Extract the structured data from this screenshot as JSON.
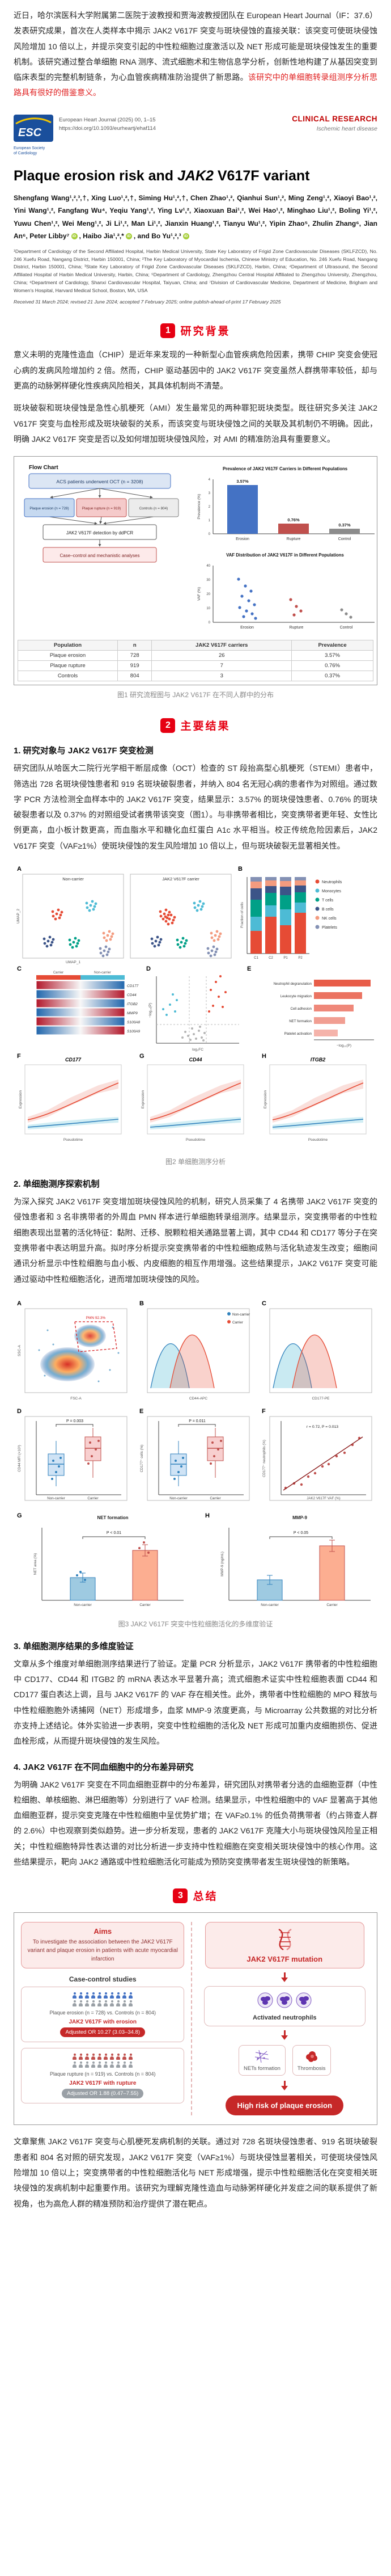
{
  "intro": {
    "text_black": "近日，哈尔滨医科大学附属第二医院于波教授和贾海波教授团队在 European Heart Journal（IF：37.6）发表研究成果，首次在人类样本中揭示 JAK2 V617F 突变与斑块侵蚀的直接关联：该突变可使斑块侵蚀风险增加 10 倍以上，并提示突变引起的中性粒细胞过度激活以及 NET 形成可能是斑块侵蚀发生的重要机制。该研究通过整合单细胞 RNA 测序、流式细胞术和生物信息学分析，创新性地构建了从基因突变到临床表型的完整机制链条，为心血管疾病精准防治提供了新思路。",
    "text_red": "该研究中的单细胞转录组测序分析思路具有很好的借鉴意义。"
  },
  "journal": {
    "logo_text": "ESC",
    "logo_sub1": "European Society",
    "logo_sub2": "of Cardiology",
    "citation": "European Heart Journal (2025) 00, 1–15",
    "doi": "https://doi.org/10.1093/eurheartj/ehaf114",
    "category": "CLINICAL RESEARCH",
    "subcategory": "Ischemic heart disease"
  },
  "paper": {
    "title_part1": "Plaque erosion risk and ",
    "title_italic": "JAK2",
    "title_part2": " V617F variant",
    "authors_a": "Shengfang Wang¹,²,³,†, Xing Luo¹,²,†, Siming Hu¹,²,†, Chen Zhao¹,², Qianhui Sun¹,², Ming Zeng¹,², Xiaoyi Bao¹,², Yini Wang¹,², Fangfang Wu⁴, Yeqiu Yang¹,², Ying Lv¹,², Xiaoxuan Bai¹,², Wei Hao¹,², Minghao Liu¹,², Boling Yi¹,², Yuwu Chen¹,², Wei Meng¹,², Ji Li¹,², Man Li¹,², Jianxin Huang¹,², Tianyu Wu¹,², Yipin Zhao⁵, Zhulin Zhang⁶, Jian An⁶, Peter Libby⁷",
    "authors_b": ", Haibo Jia¹,²,*",
    "authors_c": ", and Bo Yu¹,²,³",
    "orcid": "iD",
    "affiliations": "¹Department of Cardiology of the Second Affiliated Hospital, Harbin Medical University, State Key Laboratory of Frigid Zone Cardiovascular Diseases (SKLFZCD), No. 246 Xuefu Road, Nangang District, Harbin 150001, China; ²The Key Laboratory of Myocardial Ischemia, Chinese Ministry of Education, No. 246 Xuefu Road, Nangang District, Harbin 150001, China; ³State Key Laboratory of Frigid Zone Cardiovascular Diseases (SKLFZCD), Harbin, China; ⁴Department of Ultrasound, the Second Affiliated Hospital of Harbin Medical University, Harbin, China; ⁵Department of Cardiology, Zhengzhou Central Hospital Affiliated to Zhengzhou University, Zhengzhou, China; ⁶Department of Cardiology, Shanxi Cardiovascular Hospital, Taiyuan, China; and ⁷Division of Cardiovascular Medicine, Department of Medicine, Brigham and Women's Hospital, Harvard Medical School, Boston, MA, USA",
    "received": "Received 31 March 2024; revised 21 June 2024; accepted 7 February 2025; online publish-ahead-of-print 17 February 2025"
  },
  "sections": {
    "background": {
      "num": "1",
      "title": "研究背景",
      "p1": "意义未明的克隆性造血（CHIP）是近年来发现的一种新型心血管疾病危险因素，携带 CHIP 突变会使冠心病的发病风险增加约 2 倍。然而，CHIP 驱动基因中的 JAK2 V617F 突变虽然人群携带率较低，却与更高的动脉粥样硬化性疾病风险相关，其具体机制尚不清楚。",
      "p2": "斑块破裂和斑块侵蚀是急性心肌梗死（AMI）发生最常见的两种罪犯斑块类型。既往研究多关注 JAK2 V617F 突变与血栓形成及斑块破裂的关系，而该突变与斑块侵蚀之间的关联及其机制仍不明确。因此，明确 JAK2 V617F 突变是否以及如何增加斑块侵蚀风险，对 AMI 的精准防治具有重要意义。"
    },
    "results": {
      "num": "2",
      "title": "主要结果",
      "sub1_title": "1. 研究对象与 JAK2 V617F 突变检测",
      "sub1_text": "研究团队从哈医大二院行光学相干断层成像（OCT）检查的 ST 段抬高型心肌梗死（STEMI）患者中，筛选出 728 名斑块侵蚀患者和 919 名斑块破裂患者，并纳入 804 名无冠心病的患者作为对照组。通过数字 PCR 方法检测全血样本中的 JAK2 V617F 突变，结果显示：3.57% 的斑块侵蚀患者、0.76% 的斑块破裂患者以及 0.37% 的对照组受试者携带该突变（图1）。与非携带者相比，突变携带者更年轻、女性比例更高，血小板计数更高，而血脂水平和糖化血红蛋白 A1c 水平相当。校正传统危险因素后，JAK2 V617F 突变（VAF≥1%）使斑块侵蚀的发生风险增加 10 倍以上，但与斑块破裂无显著相关性。",
      "sub2_title": "2. 单细胞测序探索机制",
      "sub2_text": "为深入探究 JAK2 V617F 突变增加斑块侵蚀风险的机制，研究人员采集了 4 名携带 JAK2 V617F 突变的侵蚀患者和 3 名非携带者的外周血 PMN 样本进行单细胞转录组测序。结果显示，突变携带者的中性粒细胞表现出显著的活化特征：黏附、迁移、脱颗粒相关通路显著上调，其中 CD44 和 CD177 等分子在突变携带者中表达明显升高。拟时序分析提示突变携带者的中性粒细胞成熟与活化轨迹发生改变；细胞间通讯分析显示中性粒细胞与血小板、内皮细胞的相互作用增强。这些结果提示，JAK2 V617F 突变可能通过驱动中性粒细胞活化，进而增加斑块侵蚀的风险。",
      "sub3_title": "3. 单细胞测序结果的多维度验证",
      "sub3_text": "文章从多个维度对单细胞测序结果进行了验证。定量 PCR 分析显示，JAK2 V617F 携带者的中性粒细胞中 CD177、CD44 和 ITGB2 的 mRNA 表达水平显著升高；流式细胞术证实中性粒细胞表面 CD44 和 CD177 蛋白表达上调，且与 JAK2 V617F 的 VAF 存在相关性。此外，携带者中性粒细胞的 MPO 释放与中性粒细胞胞外诱捕网（NET）形成增多，血浆 MMP-9 浓度更高，与 Microarray 公共数据的对比分析亦支持上述结论。体外实验进一步表明，突变中性粒细胞的活化及 NET 形成可加重内皮细胞损伤、促进血栓形成，从而提升斑块侵蚀的发生风险。",
      "sub4_title": "4. JAK2 V617F 在不同血细胞中的分布差异研究",
      "sub4_text": "为明确 JAK2 V617F 突变在不同血细胞亚群中的分布差异，研究团队对携带者分选的血细胞亚群（中性粒细胞、单核细胞、淋巴细胞等）分别进行了 VAF 检测。结果显示，中性粒细胞中的 VAF 显著高于其他血细胞亚群，提示突变克隆在中性粒细胞中呈优势扩增；在 VAF≥0.1% 的低负荷携带者（约占筛查人群的 2.6%）中也观察到类似趋势。进一步分析发现，患者的 JAK2 V617F 克隆大小与斑块侵蚀风险呈正相关；中性粒细胞特异性表达谱的对比分析进一步支持中性粒细胞在突变相关斑块侵蚀中的核心作用。这些结果提示，靶向 JAK2 通路或中性粒细胞活化可能成为预防突变携带者发生斑块侵蚀的新策略。"
    },
    "summary": {
      "num": "3",
      "title": "总结",
      "text": "文章聚焦 JAK2 V617F 突变与心肌梗死发病机制的关联。通过对 728 名斑块侵蚀患者、919 名斑块破裂患者和 804 名对照的研究发现，JAK2 V617F 突变（VAF≥1%）与斑块侵蚀显著相关，可使斑块侵蚀风险增加 10 倍以上；突变携带者的中性粒细胞活化与 NET 形成增强，提示中性粒细胞活化在突变相关斑块侵蚀的发病机制中起重要作用。该研究为理解克隆性造血与动脉粥样硬化并发症之间的联系提供了新视角，也为高危人群的精准预防和治疗提供了潜在靶点。"
    }
  },
  "figures": {
    "fig1": {
      "flow_title": "Flow Chart",
      "box_top": "ACS patients underwent OCT (n = 3208)",
      "box_erosion": "Plaque erosion (n = 728)",
      "box_rupture": "Plaque rupture (n = 919)",
      "box_control": "Controls (n = 804)",
      "box_ddpcr": "JAK2 V617F detection by ddPCR",
      "box_analysis": "Case–control and mechanistic analyses",
      "prev_title": "Prevalence of JAK2 V617F Carriers in Different Populations",
      "prev_ylabel": "Prevalence (%)",
      "prev_ticks": [
        "0",
        "1",
        "2",
        "3",
        "4"
      ],
      "prev_groups": [
        "Erosion",
        "Rupture",
        "Control"
      ],
      "prev_values": [
        "3.57%",
        "0.76%",
        "0.37%"
      ],
      "vaf_title": "VAF Distribution of JAK2 V617F in Different Populations",
      "vaf_ylabel": "VAF (%)",
      "vaf_ticks": [
        "0",
        "10",
        "20",
        "30",
        "40"
      ],
      "table_headers": [
        "Population",
        "n",
        "JAK2 V617F carriers",
        "Prevalence"
      ],
      "table_rows": [
        [
          "Plaque erosion",
          "728",
          "26",
          "3.57%"
        ],
        [
          "Plaque rupture",
          "919",
          "7",
          "0.76%"
        ],
        [
          "Controls",
          "804",
          "3",
          "0.37%"
        ]
      ],
      "caption": "图1 研究流程图与 JAK2 V617F 在不同人群中的分布"
    },
    "fig2": {
      "pa": "A",
      "pb": "B",
      "pc": "C",
      "pd": "D",
      "p e": "",
      "pe": "E",
      "pf": "F",
      "pg": "G",
      "ph": "H",
      "umap1": "Non-carrier",
      "umap2": "JAK2 V617F carrier",
      "umap_x": "UMAP_1",
      "umap_y": "UMAP_2",
      "bar_ylabel": "Fraction of cells",
      "bar_labels": [
        "C1",
        "C2",
        "P1",
        "P2"
      ],
      "legend": [
        "Neutrophils",
        "Monocytes",
        "T cells",
        "B cells",
        "NK cells",
        "Platelets"
      ],
      "heat_group1": "Carrier",
      "heat_group2": "Non-carrier",
      "genes": [
        "CD177",
        "CD44",
        "ITGB2",
        "MMP9",
        "S100A8",
        "S100A9"
      ],
      "volcano_x": "log₂FC",
      "volcano_y": "−log₁₀(P)",
      "pathways": [
        "Neutrophil degranulation",
        "Leukocyte migration",
        "Cell adhesion",
        "NET formation",
        "Platelet activation"
      ],
      "path_x": "−log₁₀(P)",
      "line_titles": [
        "CD177",
        "CD44",
        "ITGB2"
      ],
      "line_x": "Pseudotime",
      "line_y": "Expression",
      "caption": "图2 单细胞测序分析"
    },
    "fig3": {
      "pa": "A",
      "pb": "B",
      "pc": "C",
      "pd": "D",
      "pe": "E",
      "pf": "F",
      "pg": "G",
      "ph": "H",
      "gate": "PMN 92.3%",
      "flow_x": "FSC-A",
      "flow_y": "SSC-A",
      "histb_x": "CD44-APC",
      "histc_x": "CD177-PE",
      "hist_legend1": "Non-carrier",
      "hist_legend2": "Carrier",
      "boxd_y": "CD44 MFI (×10³)",
      "boxd_p": "P = 0.003",
      "boxe_y": "CD177⁺ cells (%)",
      "boxe_p": "P = 0.011",
      "scatter_x": "JAK2 V617F VAF (%)",
      "scatter_y": "CD177⁺ neutrophils (%)",
      "scatter_r": "r = 0.72, P = 0.013",
      "barg_title": "NET formation",
      "barg_y": "NET area (%)",
      "barg_p": "P < 0.01",
      "barh_title": "MMP-9",
      "barh_y": "MMP-9 (ng/mL)",
      "barh_p": "P < 0.05",
      "group1": "Non-carrier",
      "group2": "Carrier",
      "caption": "图3 JAK2 V617F 突变中性粒细胞活化的多维度验证"
    },
    "fig4": {
      "aims_title": "Aims",
      "aims_text": "To investigate the association between the JAK2 V617F variant and plaque erosion in patients with acute myocardial infarction",
      "case_control": "Case-control studies",
      "erosion_row": "Plaque erosion (n = 728) vs. Controls (n = 804)",
      "erosion_result": "JAK2 V617F with erosion",
      "erosion_or": "Adjusted OR 10.27 (3.03–34.8)",
      "rupture_row": "Plaque rupture (n = 919) vs. Controls (n = 804)",
      "rupture_result": "JAK2 V617F with rupture",
      "rupture_or": "Adjusted OR 1.88 (0.47–7.55)",
      "mutation_title": "JAK2 V617F mutation",
      "neutrophil_label": "Activated neutrophils",
      "nets_label": "NETs formation",
      "thrombosis_label": "Thrombosis",
      "outcome": "High risk of plaque erosion"
    }
  }
}
